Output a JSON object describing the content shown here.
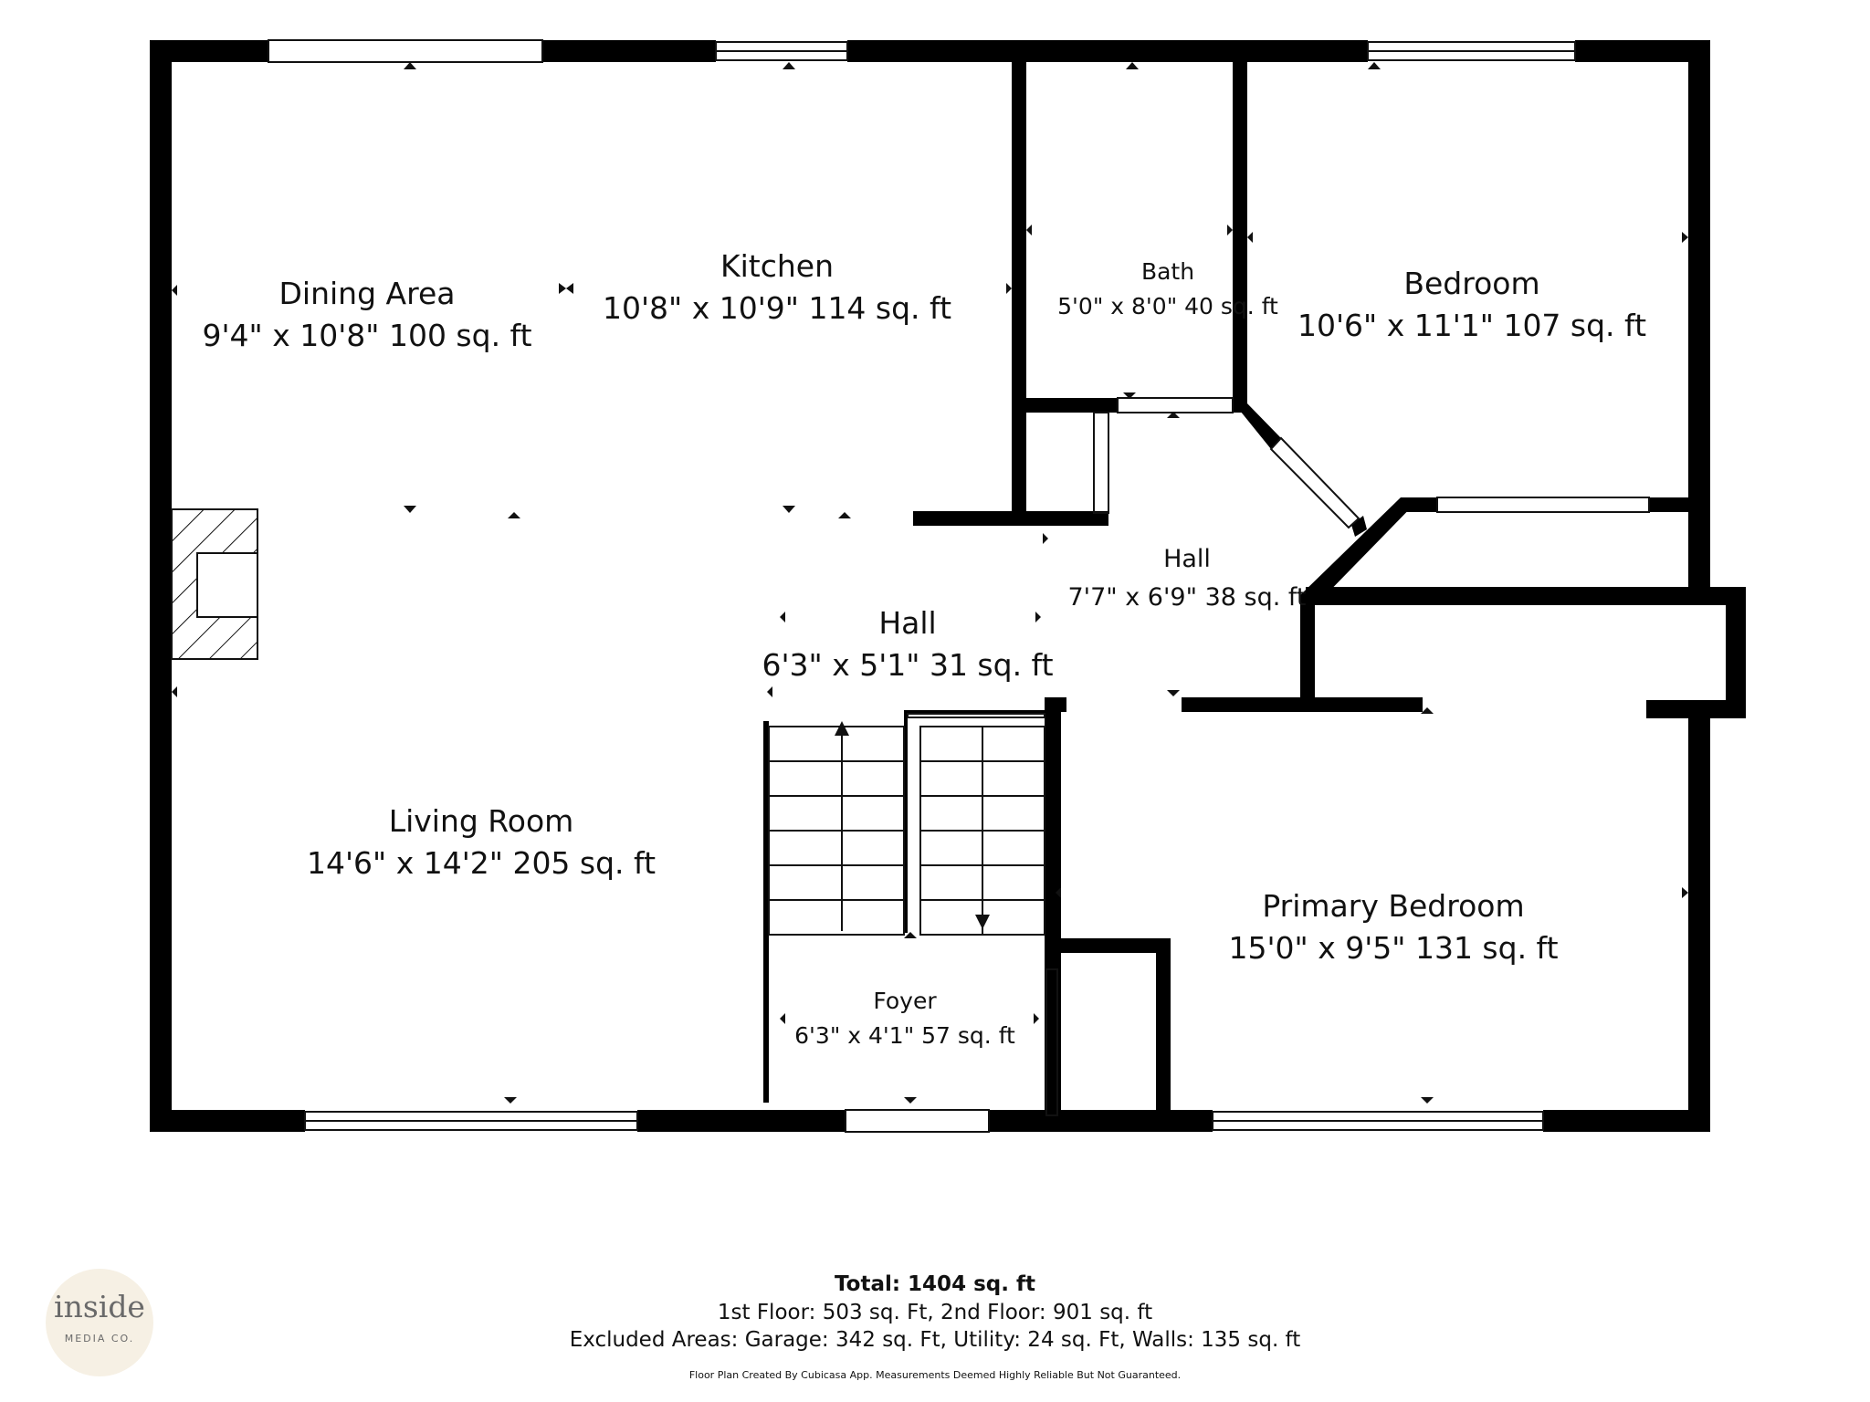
{
  "rooms": {
    "dining": {
      "name": "Dining Area",
      "dims": "9'4\" x 10'8\" 100 sq. ft"
    },
    "kitchen": {
      "name": "Kitchen",
      "dims": "10'8\" x 10'9\" 114 sq. ft"
    },
    "bath": {
      "name": "Bath",
      "dims": "5'0\" x 8'0\" 40 sq. ft"
    },
    "bedroom": {
      "name": "Bedroom",
      "dims": "10'6\" x 11'1\" 107 sq. ft"
    },
    "hall_upper": {
      "name": "Hall",
      "dims": "7'7\" x 6'9\" 38 sq. ft"
    },
    "hall_lower": {
      "name": "Hall",
      "dims": "6'3\" x 5'1\" 31 sq. ft"
    },
    "living": {
      "name": "Living Room",
      "dims": "14'6\" x 14'2\" 205 sq. ft"
    },
    "primary": {
      "name": "Primary Bedroom",
      "dims": "15'0\" x 9'5\" 131 sq. ft"
    },
    "foyer": {
      "name": "Foyer",
      "dims": "6'3\" x 4'1\" 57 sq. ft"
    }
  },
  "summary": {
    "total": "Total: 1404 sq. ft",
    "floors": "1st Floor: 503 sq. Ft, 2nd Floor: 901 sq. ft",
    "excluded": "Excluded Areas: Garage: 342 sq. Ft, Utility: 24 sq. Ft, Walls: 135 sq. ft",
    "disclaimer": "Floor Plan Created By Cubicasa App. Measurements Deemed Highly Reliable But Not Guaranteed."
  },
  "logo": {
    "word": "inside",
    "sub": "MEDIA CO."
  },
  "colors": {
    "wall": "#000000",
    "background": "#ffffff",
    "logo_bg": "#f6f0e4"
  }
}
